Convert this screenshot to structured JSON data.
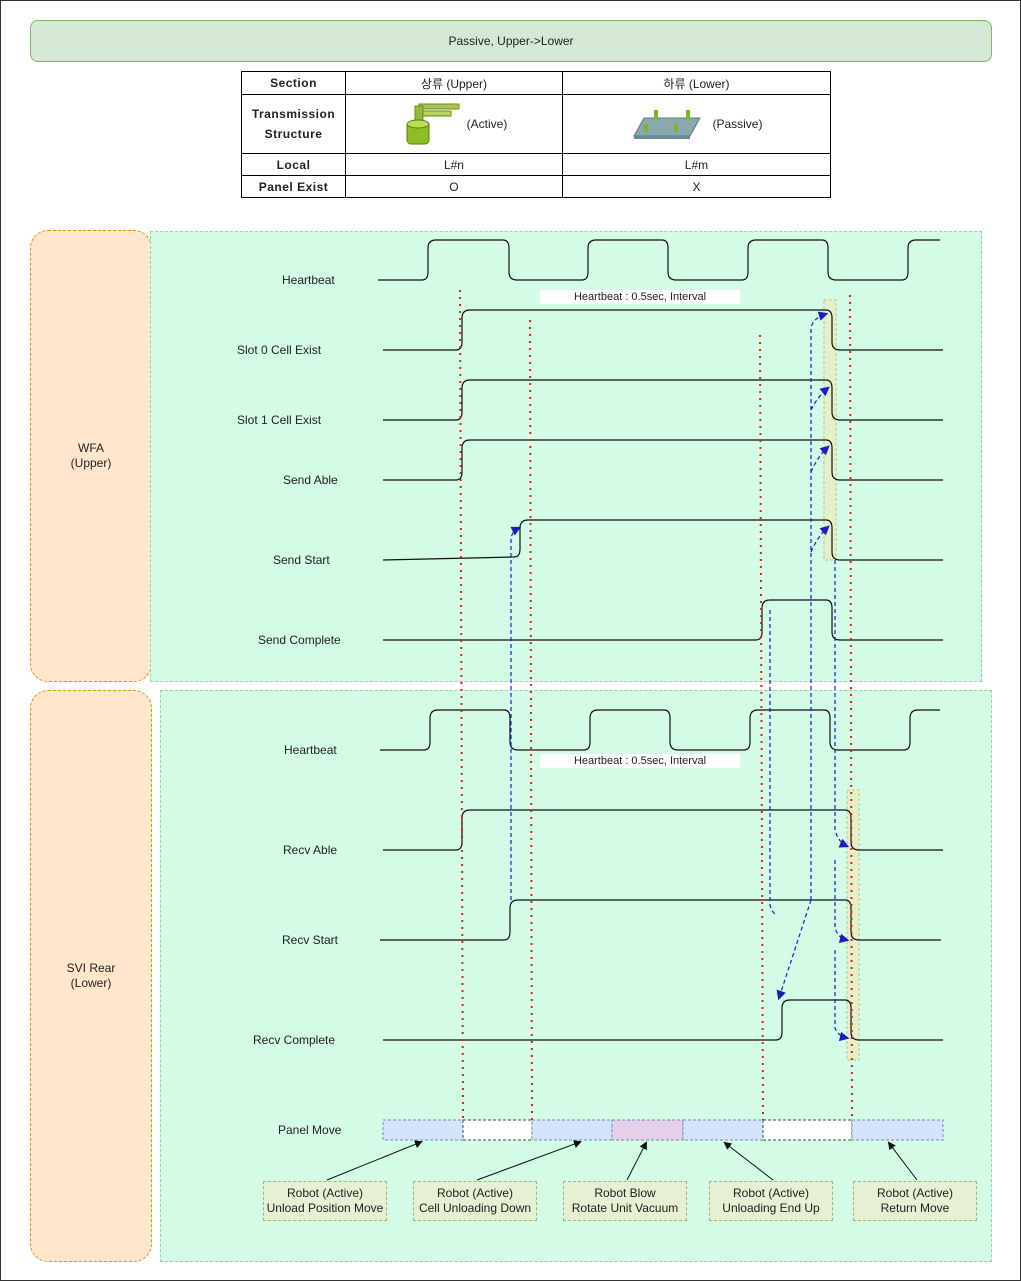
{
  "title": "Passive, Upper->Lower",
  "table": {
    "section_label": "Section",
    "upper_header": "상류 (Upper)",
    "lower_header": "하류 (Lower)",
    "structure_label_1": "Transmission",
    "structure_label_2": "Structure",
    "upper_mode": "(Active)",
    "lower_mode": "(Passive)",
    "local_label": "Local",
    "upper_local": "L#n",
    "lower_local": "L#m",
    "panel_label": "Panel Exist",
    "upper_panel": "O",
    "lower_panel": "X"
  },
  "upper_lane": {
    "label_line1": "WFA",
    "label_line2": "(Upper)",
    "heartbeat_note": "Heartbeat : 0.5sec, Interval",
    "signals": [
      "Heartbeat",
      "Slot 0 Cell Exist",
      "Slot 1 Cell Exist",
      "Send Able",
      "Send Start",
      "Send Complete"
    ]
  },
  "lower_lane": {
    "label_line1": "SVI Rear",
    "label_line2": "(Lower)",
    "heartbeat_note": "Heartbeat : 0.5sec, Interval",
    "signals": [
      "Heartbeat",
      "Recv Able",
      "Recv Start",
      "Recv Complete",
      "Panel Move"
    ]
  },
  "notes": [
    {
      "line1": "Robot (Active)",
      "line2": "Unload Position Move"
    },
    {
      "line1": "Robot (Active)",
      "line2": "Cell Unloading Down"
    },
    {
      "line1": "Robot Blow",
      "line2": "Rotate Unit Vacuum"
    },
    {
      "line1": "Robot (Active)",
      "line2": "Unloading End Up"
    },
    {
      "line1": "Robot (Active)",
      "line2": "Return Move"
    }
  ],
  "colors": {
    "lane_fill": "#d4fbe5",
    "label_fill": "#ffe6cc",
    "title_fill": "#d5e8d4",
    "marker_red": "#e0201b",
    "arrow_blue": "#1a1ad0",
    "move_blue": "#d6e4fb",
    "move_purple": "#e6d0e8"
  }
}
